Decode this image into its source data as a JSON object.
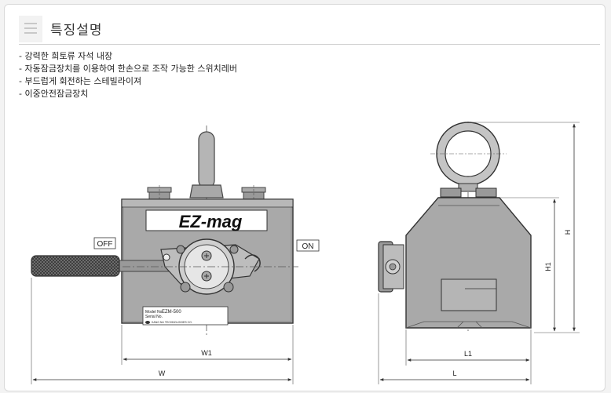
{
  "page": {
    "title": "특징설명",
    "features": [
      "- 강력한 희토류 자석 내장",
      "- 자동잠금장치를 이용하여 한손으로 조작 가능한 스위치레버",
      "- 부드럽게 회전하는 스테빌라이져",
      "- 이중안전잠금장치"
    ]
  },
  "drawing": {
    "front_view": {
      "brand": "EZ-mag",
      "off_label": "OFF",
      "on_label": "ON",
      "plate_model_label": "Model No.",
      "plate_model_value": "EZM-500",
      "plate_serial_label": "Serial No.",
      "plate_maker": "KANG NU TECHNOLOGIES CO.",
      "dim_w1": "W1",
      "dim_w": "W"
    },
    "side_view": {
      "dim_h": "H",
      "dim_h1": "H1",
      "dim_l1": "L1",
      "dim_l": "L"
    }
  }
}
